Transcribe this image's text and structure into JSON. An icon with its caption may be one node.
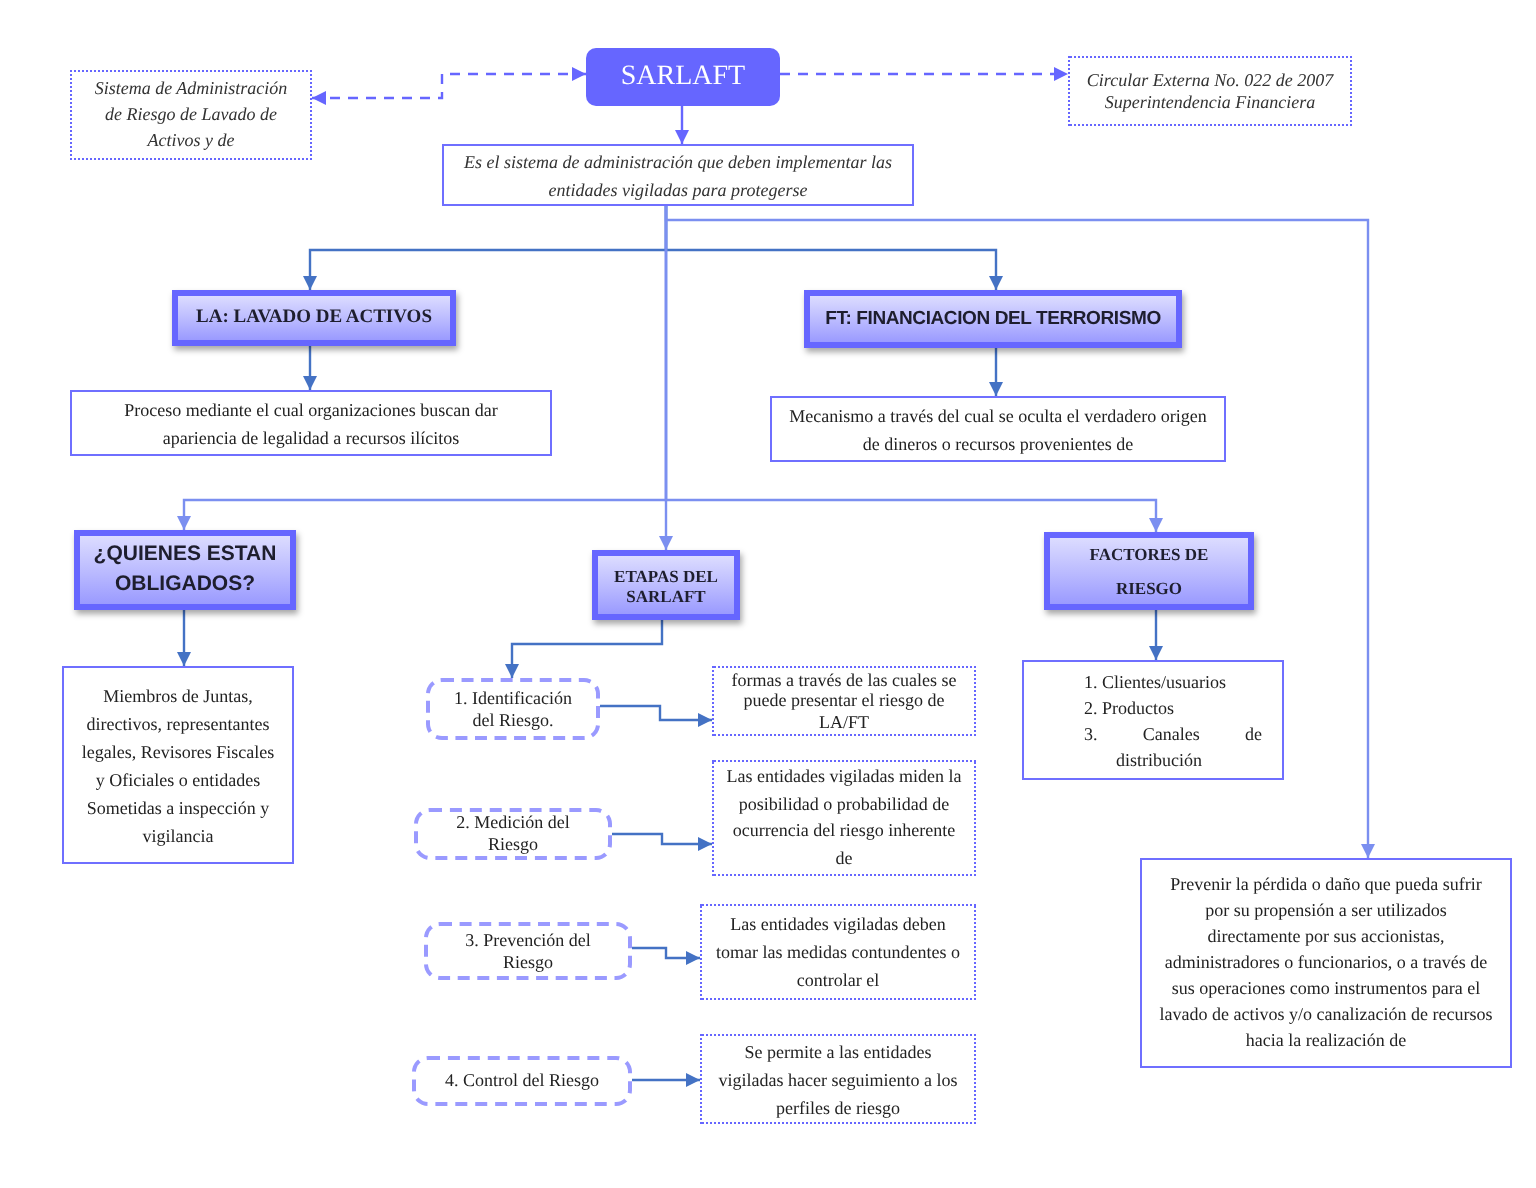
{
  "diagram": {
    "nodes": [
      {
        "text": [
          "SARLAFT"
        ]
      },
      {
        "text": [
          "Sistema de Administración de Riesgo de Lavado de Activos y de"
        ]
      },
      {
        "text": [
          "Circular Externa No. 022 de 2007 Superintendencia Financiera"
        ]
      },
      {
        "text": [
          "Es el sistema de administración que deben implementar las entidades vigiladas para protegerse"
        ]
      },
      {
        "text": [
          "LA: LAVADO DE ACTIVOS"
        ]
      },
      {
        "text": [
          "FT: FINANCIACION DEL TERRORISMO"
        ]
      },
      {
        "text": [
          "Proceso mediante el cual organizaciones buscan dar apariencia de legalidad a recursos ilícitos"
        ]
      },
      {
        "text": [
          "Mecanismo a través del cual se oculta el verdadero origen de dineros o recursos provenientes de"
        ]
      },
      {
        "text": [
          "¿QUIENES ESTAN OBLIGADOS?"
        ]
      },
      {
        "text": [
          "ETAPAS DEL SARLAFT"
        ]
      },
      {
        "text": [
          "FACTORES DE RIESGO"
        ]
      },
      {
        "text": [
          "Miembros de Juntas, directivos, representantes legales, Revisores Fiscales y Oficiales o entidades Sometidas a inspección y vigilancia"
        ]
      },
      {
        "text": [
          "1. Clientes/usuarios",
          "2. Productos",
          "3. Canales de distribución"
        ]
      },
      {
        "text": [
          "1. Identificación del Riesgo."
        ]
      },
      {
        "text": [
          "formas a través de las cuales se puede presentar el riesgo de LA/FT"
        ]
      },
      {
        "text": [
          "2. Medición del Riesgo"
        ]
      },
      {
        "text": [
          "Las entidades vigiladas miden la posibilidad o probabilidad de ocurrencia del riesgo inherente de"
        ]
      },
      {
        "text": [
          "3. Prevención del Riesgo"
        ]
      },
      {
        "text": [
          "Las entidades vigiladas deben tomar las medidas contundentes o controlar el"
        ]
      },
      {
        "text": [
          "4. Control del Riesgo"
        ]
      },
      {
        "text": [
          "Se permite a las entidades vigiladas hacer seguimiento a los perfiles de riesgo"
        ]
      },
      {
        "text": [
          "Prevenir la pérdida o daño que pueda sufrir por su propensión a ser utilizados directamente por sus accionistas, administradores o funcionarios, o a través de sus operaciones como instrumentos para el lavado de activos y/o canalización de recursos hacia la realización de"
        ]
      }
    ],
    "edges": [
      {
        "from": 0,
        "to": 1,
        "arrow": "both",
        "style": "dashed",
        "color": "#6666ff"
      },
      {
        "from": 0,
        "to": 2,
        "arrow": "to",
        "style": "dashed",
        "color": "#6666ff"
      },
      {
        "from": 0,
        "to": 3,
        "arrow": "to",
        "color": "#6666ff"
      },
      {
        "from": 3,
        "to": 4,
        "arrow": "to"
      },
      {
        "from": 3,
        "to": 5,
        "arrow": "to"
      },
      {
        "from": 3,
        "to": 21,
        "arrow": "to",
        "color": "#7b8ff0"
      },
      {
        "from": 3,
        "to": 8,
        "arrow": "to",
        "color": "#7b8ff0"
      },
      {
        "from": 3,
        "to": 9,
        "arrow": "to",
        "color": "#7b8ff0"
      },
      {
        "from": 3,
        "to": 10,
        "arrow": "to",
        "color": "#7b8ff0"
      },
      {
        "from": 4,
        "to": 6,
        "arrow": "to"
      },
      {
        "from": 5,
        "to": 7,
        "arrow": "to"
      },
      {
        "from": 8,
        "to": 11,
        "arrow": "to"
      },
      {
        "from": 10,
        "to": 12,
        "arrow": "to"
      },
      {
        "from": 9,
        "to": 13,
        "arrow": "to"
      },
      {
        "from": 13,
        "to": 14,
        "arrow": "to"
      },
      {
        "from": 15,
        "to": 16,
        "arrow": "to"
      },
      {
        "from": 17,
        "to": 18,
        "arrow": "to"
      },
      {
        "from": 19,
        "to": 20,
        "arrow": "to"
      }
    ]
  }
}
